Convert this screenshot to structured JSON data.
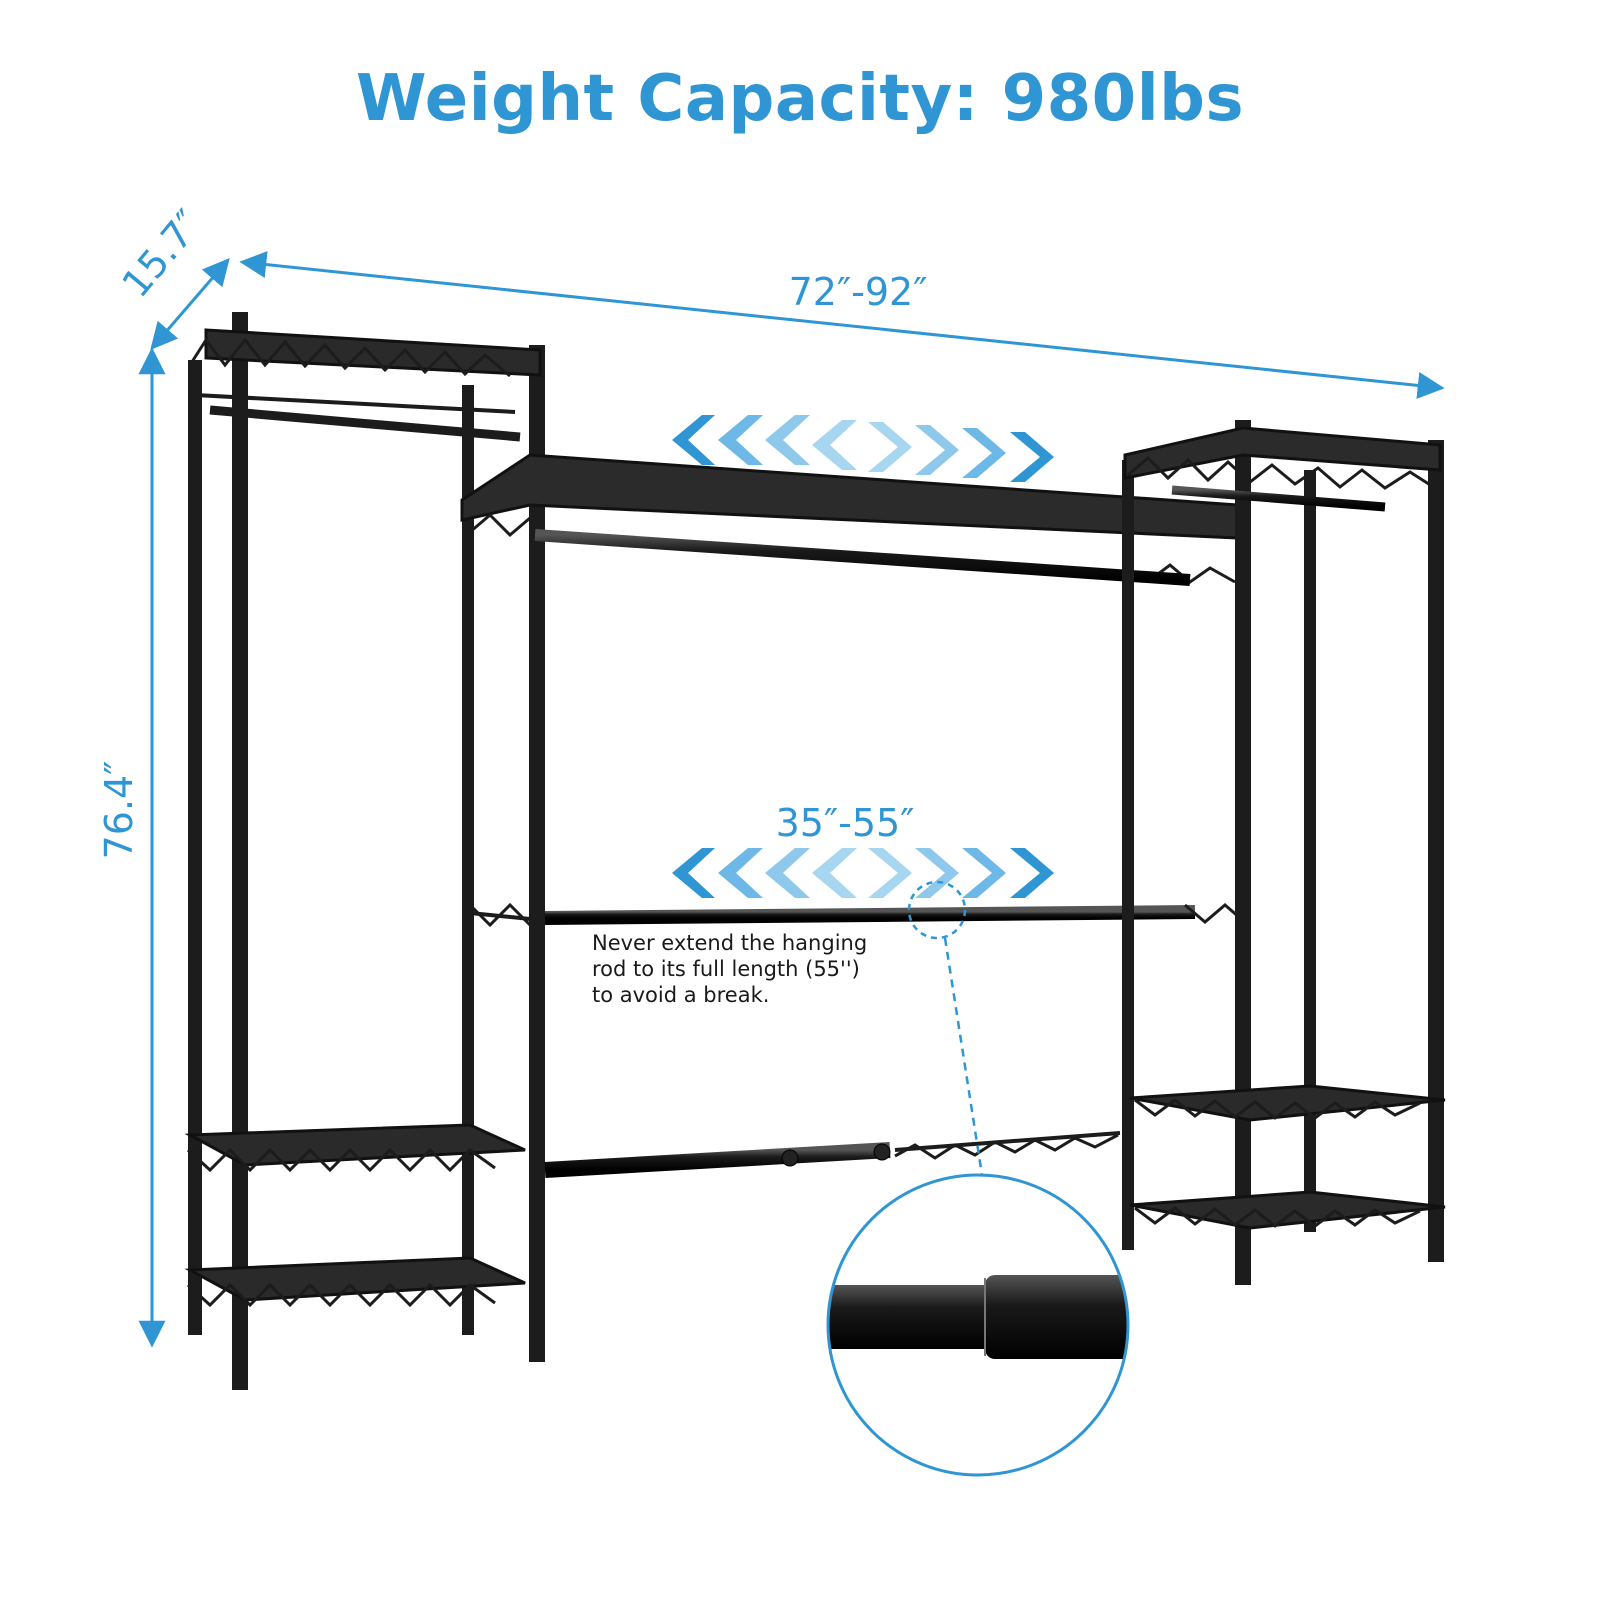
{
  "title": "Weight Capacity: 980lbs",
  "dimensions": {
    "depth": "15.7″",
    "width": "72″-92″",
    "height": "76.4″",
    "rod_length": "35″-55″"
  },
  "note_lines": [
    "Never extend the hanging",
    "rod to its full length (55'')",
    "to avoid a break."
  ],
  "colors": {
    "accent": "#2f96d3",
    "arrow_light": "#8ec9ec",
    "metal": "#1c1c1c"
  },
  "icons": [
    "chevron-left-arrows",
    "chevron-right-arrows",
    "magnifier-circle"
  ]
}
